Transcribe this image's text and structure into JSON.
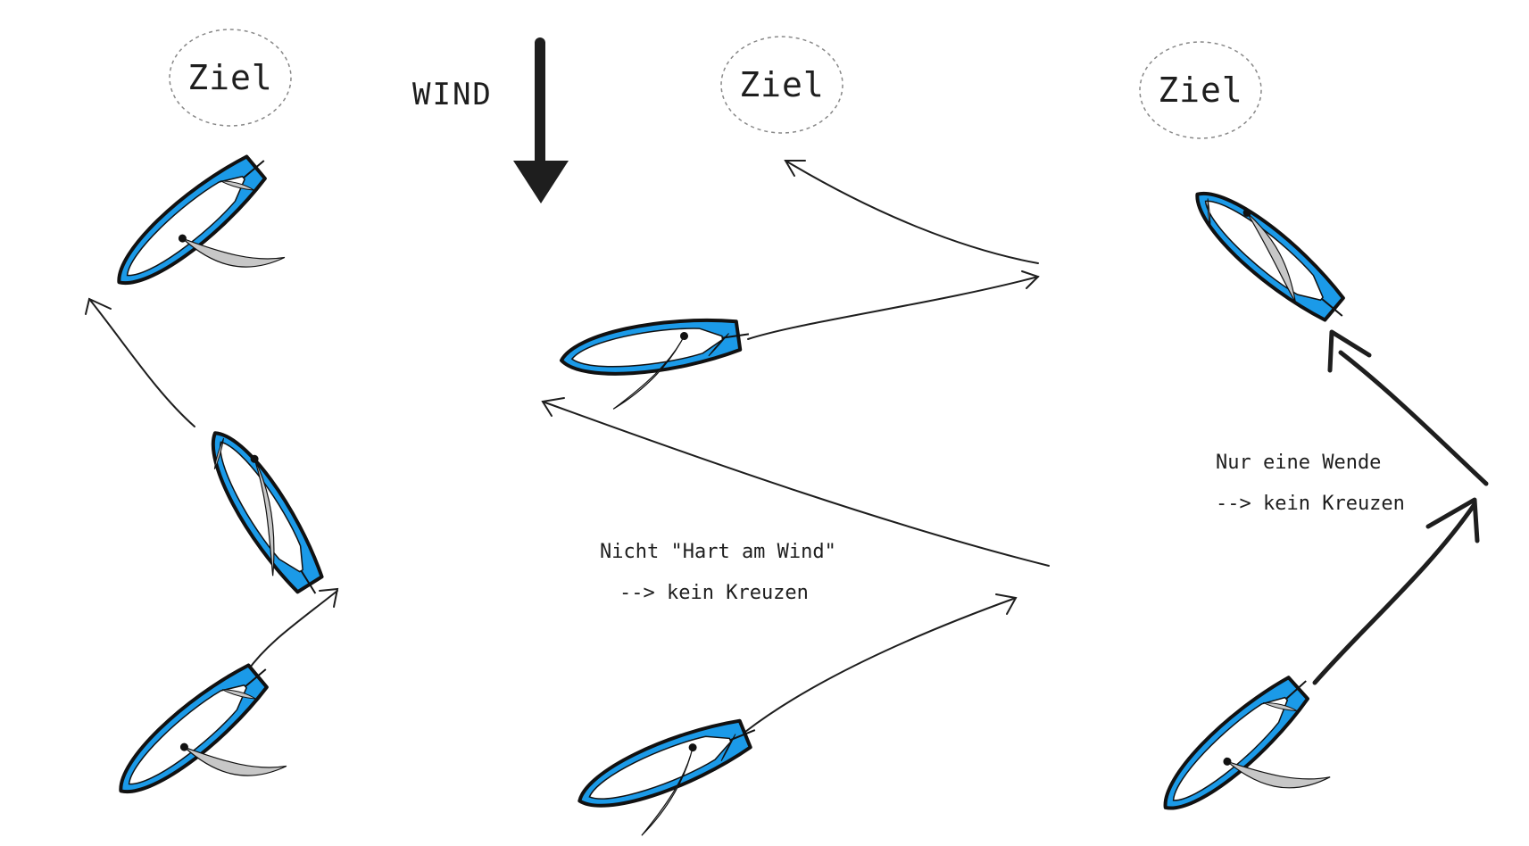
{
  "wind": {
    "label": "WIND"
  },
  "targets": [
    "Ziel",
    "Ziel",
    "Ziel"
  ],
  "notes": {
    "middle": [
      "Nicht \"Hart am Wind\"",
      "--> kein Kreuzen"
    ],
    "right": [
      "Nur eine Wende",
      "--> kein Kreuzen"
    ]
  },
  "colors": {
    "hull": "#1b9ae8",
    "deck": "#ffffff",
    "outline": "#111111",
    "sail": "#c7c7c7",
    "ink": "#1e1e1e",
    "target_border": "#888888"
  }
}
